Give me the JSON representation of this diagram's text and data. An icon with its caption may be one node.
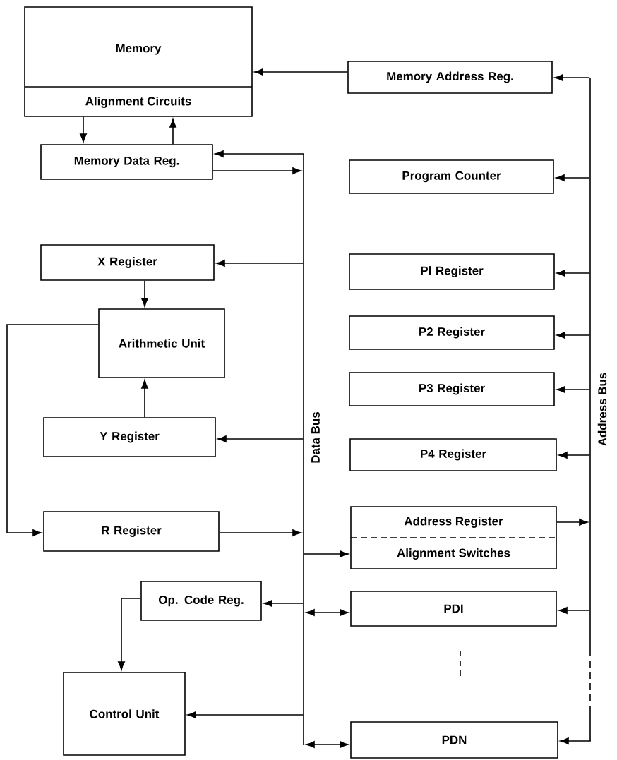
{
  "diagram": {
    "nodes": [
      {
        "text": [
          "Memory",
          "Alignment Circuits"
        ]
      },
      {
        "text": [
          "Memory Address Reg."
        ]
      },
      {
        "text": [
          "Memory Data Reg."
        ]
      },
      {
        "text": [
          "Program Counter"
        ]
      },
      {
        "text": [
          "X Register"
        ]
      },
      {
        "text": [
          "Pl Register"
        ]
      },
      {
        "text": [
          "Arithmetic Unit"
        ]
      },
      {
        "text": [
          "P2 Register"
        ]
      },
      {
        "text": [
          "P3 Register"
        ]
      },
      {
        "text": [
          "Y Register"
        ]
      },
      {
        "text": [
          "P4 Register"
        ]
      },
      {
        "text": [
          "R Register"
        ]
      },
      {
        "text": [
          "Address Register",
          "Alignment Switches"
        ]
      },
      {
        "text": [
          "Op. Code Reg."
        ]
      },
      {
        "text": [
          "PDI"
        ]
      },
      {
        "text": [
          "Control Unit"
        ]
      },
      {
        "text": [
          "PDN"
        ]
      },
      {
        "text": [],
        "shape": "bar",
        "beside": [
          "Data Bus"
        ]
      },
      {
        "text": [],
        "shape": "bar",
        "beside": [
          "Address Bus"
        ]
      }
    ],
    "edges": [
      {
        "from": 1,
        "to": 0,
        "arrow": "to"
      },
      {
        "from": 18,
        "to": 1,
        "arrow": "to"
      },
      {
        "from": 0,
        "to": 2,
        "arrow": "to"
      },
      {
        "from": 2,
        "to": 0,
        "arrow": "to"
      },
      {
        "from": 17,
        "to": 2,
        "arrow": "to"
      },
      {
        "from": 2,
        "to": 17,
        "arrow": "to"
      },
      {
        "from": 18,
        "to": 3,
        "arrow": "to"
      },
      {
        "from": 17,
        "to": 4,
        "arrow": "to"
      },
      {
        "from": 18,
        "to": 5,
        "arrow": "to"
      },
      {
        "from": 4,
        "to": 6,
        "arrow": "to"
      },
      {
        "from": 6,
        "to": 11,
        "arrow": "to"
      },
      {
        "from": 18,
        "to": 7,
        "arrow": "to"
      },
      {
        "from": 18,
        "to": 8,
        "arrow": "to"
      },
      {
        "from": 9,
        "to": 6,
        "arrow": "to"
      },
      {
        "from": 17,
        "to": 9,
        "arrow": "to"
      },
      {
        "from": 18,
        "to": 10,
        "arrow": "to"
      },
      {
        "from": 11,
        "to": 17,
        "arrow": "to"
      },
      {
        "from": 12,
        "to": 18,
        "arrow": "to"
      },
      {
        "from": 17,
        "to": 12,
        "arrow": "to"
      },
      {
        "from": 17,
        "to": 13,
        "arrow": "to"
      },
      {
        "from": 17,
        "to": 14,
        "arrow": "both"
      },
      {
        "from": 18,
        "to": 14,
        "arrow": "to"
      },
      {
        "from": 13,
        "to": 15,
        "arrow": "to"
      },
      {
        "from": 17,
        "to": 15,
        "arrow": "to"
      },
      {
        "from": 17,
        "to": 16,
        "arrow": "both"
      },
      {
        "from": 18,
        "to": 16,
        "arrow": "to"
      }
    ]
  }
}
